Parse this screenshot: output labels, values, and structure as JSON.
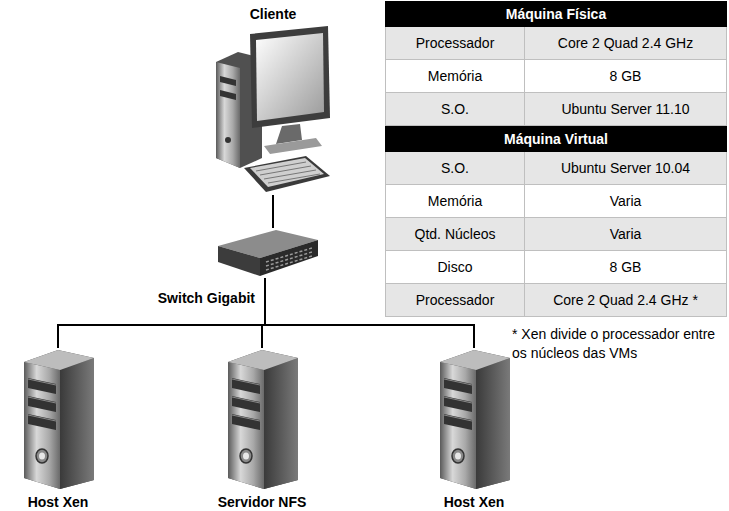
{
  "diagram": {
    "nodes": [
      {
        "text": [
          "Cliente"
        ]
      },
      {
        "text": [
          "Switch Gigabit"
        ]
      },
      {
        "text": [
          "Host Xen"
        ]
      },
      {
        "text": [
          "Servidor NFS"
        ]
      },
      {
        "text": [
          "Host Xen"
        ]
      }
    ],
    "edges": [
      {
        "from": 0,
        "to": 1,
        "arrow": "none"
      },
      {
        "from": 1,
        "to": 2,
        "arrow": "none"
      },
      {
        "from": 1,
        "to": 3,
        "arrow": "none"
      },
      {
        "from": 1,
        "to": 4,
        "arrow": "none"
      }
    ],
    "labels": [
      "Máquina Física",
      "Processador",
      "Core 2 Quad 2.4 GHz",
      "Memória",
      "8 GB",
      "S.O.",
      "Ubuntu Server 11.10",
      "Máquina Virtual",
      "S.O.",
      "Ubuntu Server 10.04",
      "Memória",
      "Varia",
      "Qtd. Núcleos",
      "Varia",
      "Disco",
      "8 GB",
      "Processador",
      "Core 2 Quad 2.4 GHz *",
      "* Xen divide o processador entre os núcleos das VMs"
    ]
  }
}
